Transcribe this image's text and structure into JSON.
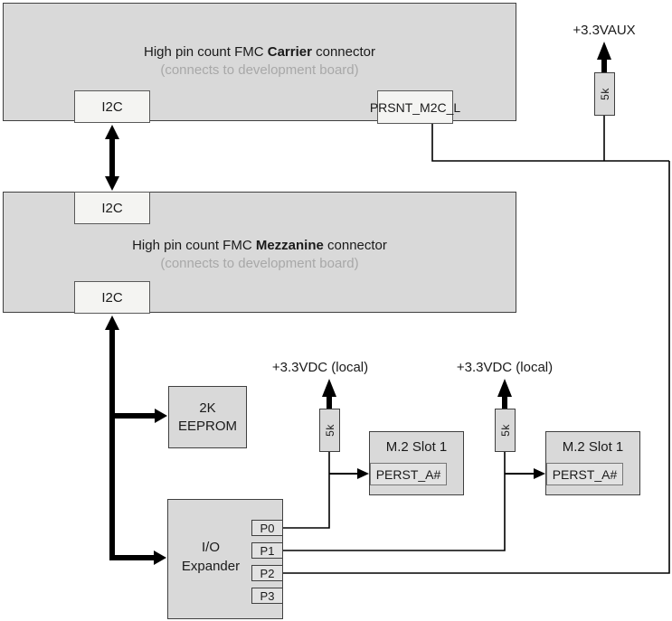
{
  "colors": {
    "box_fill": "#d9d9d9",
    "box_border": "#404040",
    "io_box_fill": "#f4f4f2",
    "subtitle_gray": "#a8a8a8",
    "wire_black": "#000000"
  },
  "carrier": {
    "title_pre": "High pin count FMC ",
    "title_bold": "Carrier",
    "title_post": " connector",
    "subtitle": "(connects to development board)",
    "i2c_label": "I2C",
    "prsnt_label": "PRSNT_M2C_L"
  },
  "mezzanine": {
    "title_pre": "High pin count FMC ",
    "title_bold": "Mezzanine",
    "title_post": " connector",
    "subtitle": "(connects to development board)",
    "i2c_top_label": "I2C",
    "i2c_bottom_label": "I2C"
  },
  "power": {
    "vaux_label": "+3.3VAUX",
    "vdc1_label": "+3.3VDC (local)",
    "vdc2_label": "+3.3VDC (local)",
    "resistor_vaux": "5k",
    "resistor_1": "5k",
    "resistor_2": "5k"
  },
  "eeprom": {
    "line1": "2K",
    "line2": "EEPROM"
  },
  "io_expander": {
    "line1": "I/O",
    "line2": "Expander",
    "ports": [
      {
        "label": "P0"
      },
      {
        "label": "P1"
      },
      {
        "label": "P2"
      },
      {
        "label": "P3"
      }
    ]
  },
  "m2_slots": [
    {
      "title": "M.2 Slot 1",
      "pin_label": "PERST_A#"
    },
    {
      "title": "M.2 Slot 1",
      "pin_label": "PERST_A#"
    }
  ]
}
